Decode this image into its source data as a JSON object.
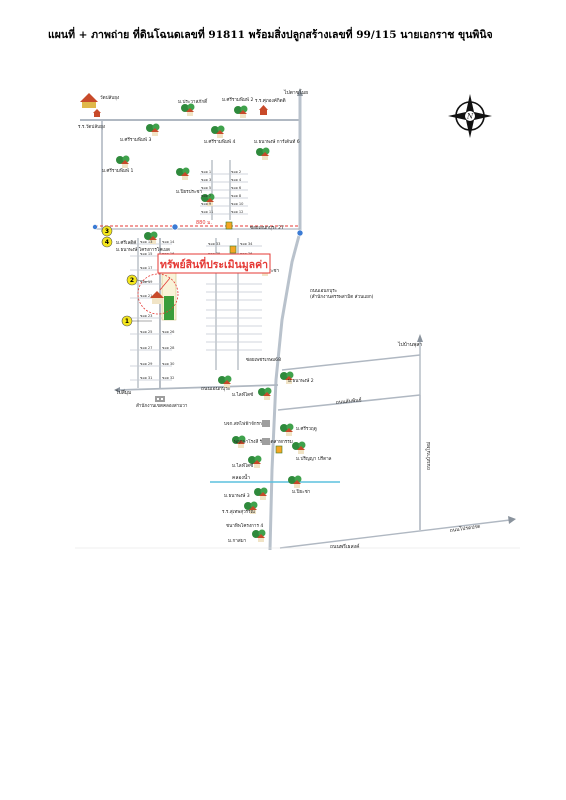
{
  "title": "แผนที่ + ภาพถ่าย ที่ดินโฉนดเลขที่ 91811 พร้อมสิ่งปลูกสร้างเลขที่ 99/115 นายเอกราช ขุนพินิจ",
  "callout": "ทรัพย์สินที่ประเมินมูลค่า",
  "markers": [
    "1",
    "2",
    "3",
    "4"
  ],
  "compass": "N",
  "distance": "880 ม.",
  "roads": {
    "top_arrow": "ไปตาขโมย",
    "mid": "ถนนเอนกบุระ",
    "east_arrow": "ไปบ้านพุสา",
    "south_vertical": "ถนนบ้านใหม่",
    "south_diag": "ถนนสัมพันธ์",
    "bottom_road": "ถนนพรีเธสงค์",
    "bottom_diag": "ถนนโปรดปรด",
    "river": "คลองน้ำ",
    "left_arrow": "ไปสี่มุม",
    "soi_bottom": "ซอยเพชรเกษม68"
  },
  "places": {
    "temple": "วัดปลับยุง",
    "school_left": "ร.ร.วัดปลับยุง",
    "school_top": "ร.ร.ศุภองค์กิตติ",
    "village_top1": "ม.ประวาสภักดิ์",
    "village_top2": "ม.ศรีรามพิมพ์ 2",
    "village_top3": "ม.ศรีรามพิมพ์ 3",
    "village_top4": "ม.ศรีรามพิมพ์ 4",
    "village_left1": "ม.ศรีรามพิมพ์ 1",
    "village_mid": "ม.ปิยรประชา",
    "village_right_top": "ม.ธนาพงษ์ การ์เด้นท์ 6",
    "soi_27": "ซอยเอนกบุระ 27",
    "village_sel1": "ม.ศรีเลติค้",
    "village_sel2": "ม.ธนาพงษ์ โครงการโคเมด",
    "village_r1": "ม.ปิยะประชา",
    "village_r_addr": "ถนนเอนกบุระ",
    "village_r_sub": "(สำนักงานสรรพสามิต ส่วนแยก)",
    "village_south1": "ม.ธนาพงษ์ 2",
    "village_south2": "ม.ไลฟ์ไดซ์",
    "office": "สำนักงานเขตคลองสามวา",
    "company": "บจก.สหไฟฟ้าจักรกล",
    "shop_ptt": "พฤกษาโรงสี ร้านอุตสาหกรรม",
    "village_e1": "ม.ศรีรวฤดู",
    "village_e2": "ม.ปริญญา ปรีดาล",
    "village_w1": "ม.ไลฟ์ไดซ์",
    "village_w2": "ม.ธนาพงษ์ 3",
    "school_bottom": "ร.ร.สุเทพสุวรรณ",
    "village_b1": "ม.ปิยะชา",
    "village_b2": "ชนาทิพโครงการ 4",
    "village_b3": "ม.กาสมา"
  },
  "soi_labels": [
    "ซอย 1",
    "ซอย 2",
    "ซอย 3",
    "ซอย 4",
    "ซอย 5",
    "ซอย 6",
    "ซอย 7",
    "ซอย 8",
    "ซอย 9",
    "ซอย 10",
    "ซอย 11",
    "ซอย 12",
    "ซอย 13",
    "ซอย 14",
    "ซอย 15",
    "ซอย 16",
    "ซอย 17",
    "ซอย 18",
    "ซอย 19",
    "ซอย 20",
    "ซอย 21",
    "ซอย 22",
    "ซอย 23",
    "ซอย 24",
    "ซอย 25",
    "ซอย 26",
    "ซอย 27",
    "ซอย 28",
    "ซอย 29",
    "ซอย 30",
    "ซอย 31",
    "ซอย 32",
    "ซอย 33",
    "ซอย 34",
    "ซอย 35",
    "ซอย 36"
  ],
  "colors": {
    "road": "#9aa3ad",
    "main_road": "#b9c2cc",
    "callout": "#e53935",
    "marker": "#f5e71c",
    "house_roof": "#c84a2a",
    "tree": "#2f8a3c",
    "blue_dot": "#3b7bd4",
    "river": "#5bc0de",
    "dashed": "#e53935"
  }
}
